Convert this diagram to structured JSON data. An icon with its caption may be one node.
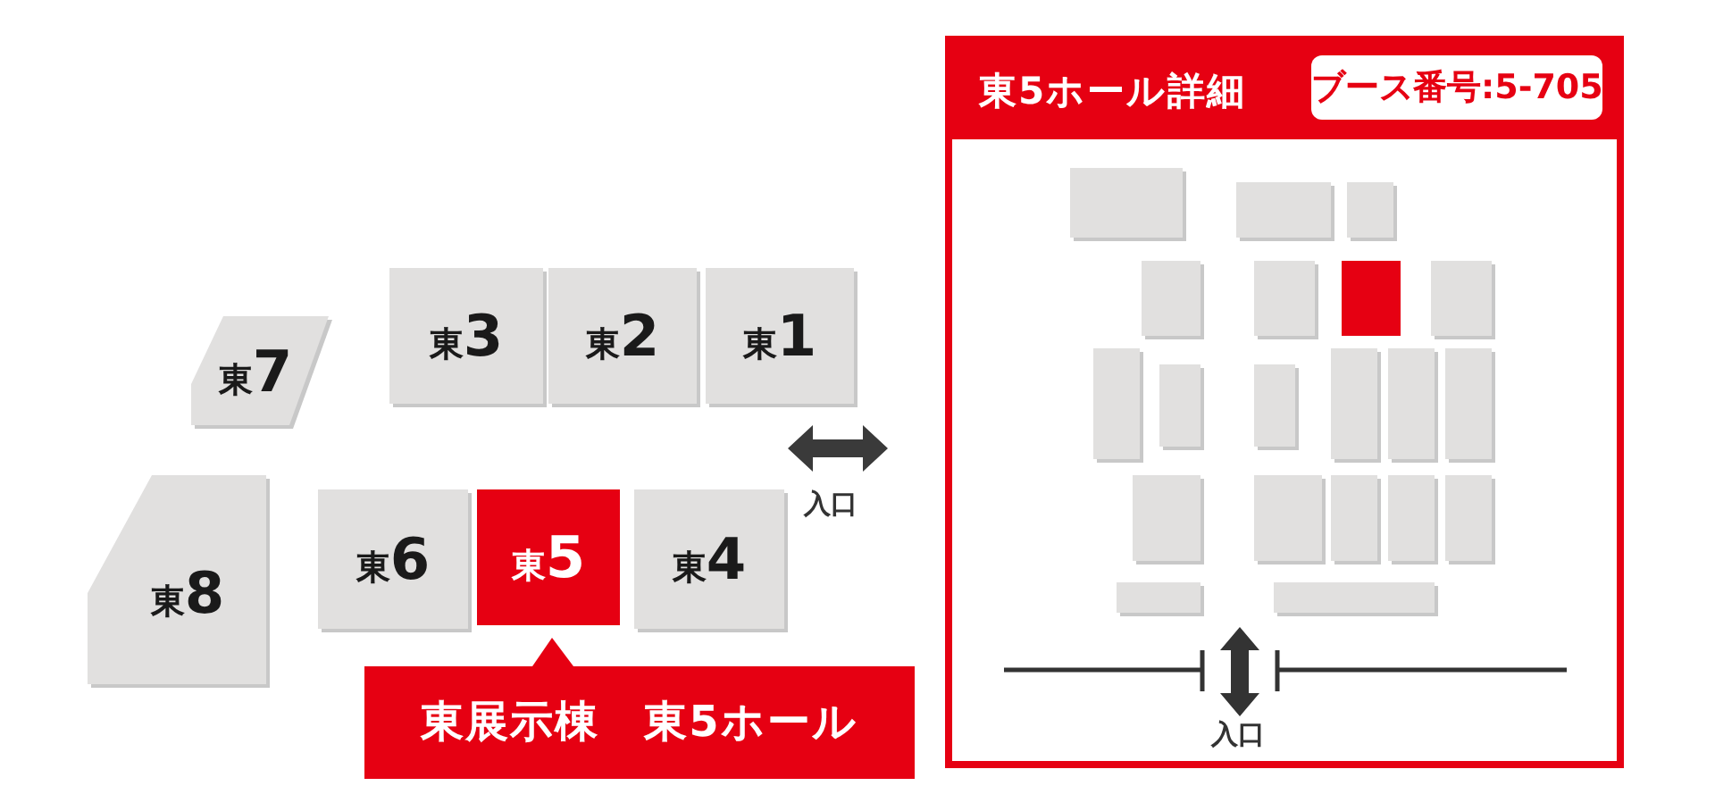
{
  "diagram": {
    "nodes": [
      {
        "text": [
          "東3"
        ]
      },
      {
        "text": [
          "東2"
        ]
      },
      {
        "text": [
          "東1"
        ]
      },
      {
        "text": [
          "東7"
        ]
      },
      {
        "text": [
          "東8"
        ]
      },
      {
        "text": [
          "東6"
        ]
      },
      {
        "text": [
          "東5"
        ]
      },
      {
        "text": [
          "東4"
        ]
      },
      {
        "text": [
          "東展示棟　東5ホール"
        ]
      },
      {
        "text": [
          "東5ホール詳細"
        ]
      },
      {
        "text": [
          "ブース番号:5-705"
        ],
        "in": 9
      }
    ],
    "labels": [
      "入口",
      "入口"
    ]
  }
}
